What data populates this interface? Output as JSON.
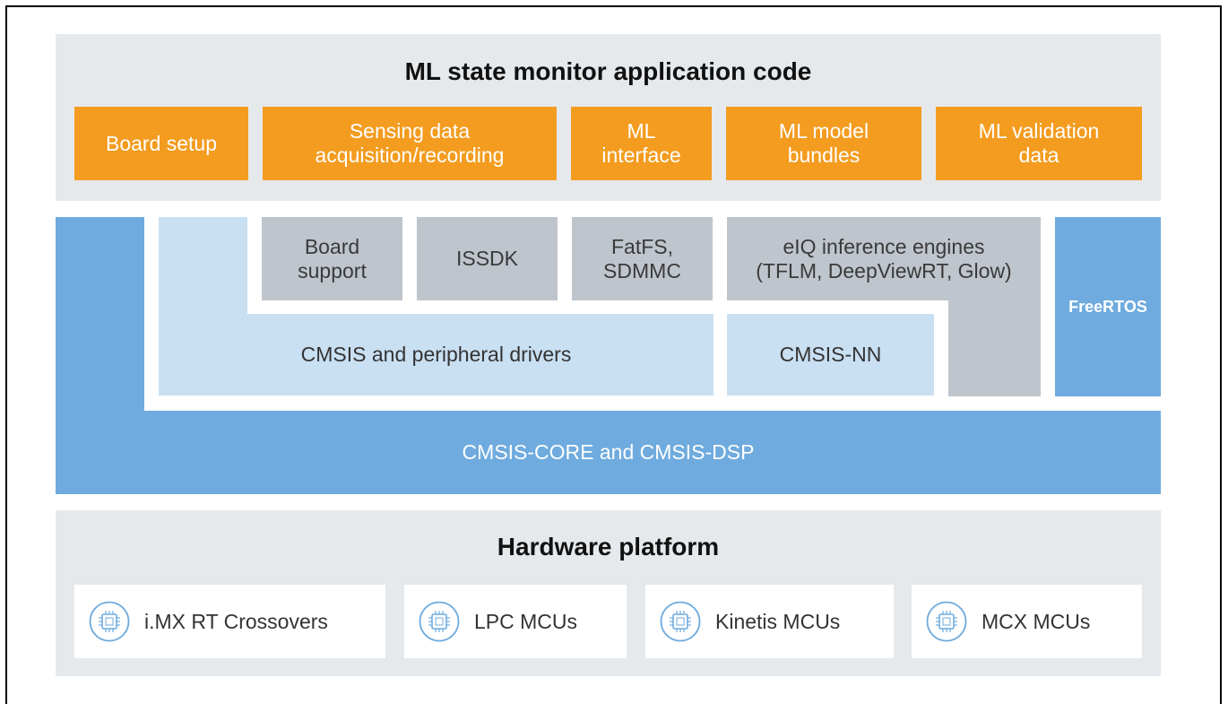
{
  "app_layer": {
    "title": "ML state monitor application code",
    "blocks": [
      "Board setup",
      "Sensing data\nacquisition/recording",
      "ML\ninterface",
      "ML model\nbundles",
      "ML validation\ndata"
    ]
  },
  "middleware": {
    "board_support": "Board\nsupport",
    "issdk": "ISSDK",
    "fatfs": "FatFS,\nSDMMC",
    "eiq": "eIQ inference engines\n(TFLM, DeepViewRT, Glow)",
    "cmsis_drivers": "CMSIS and peripheral drivers",
    "cmsis_nn": "CMSIS-NN",
    "freertos": "FreeRTOS",
    "cmsis_core": "CMSIS-CORE and CMSIS-DSP"
  },
  "hardware": {
    "title": "Hardware platform",
    "platforms": [
      "i.MX RT Crossovers",
      "LPC MCUs",
      "Kinetis MCUs",
      "MCX MCUs"
    ],
    "icon": "chip-icon"
  },
  "colors": {
    "orange": "#f39c1f",
    "blue": "#6fabde",
    "light_blue": "#c9dff2",
    "gray": "#bfc5cc",
    "background": "#e6e9ec"
  }
}
